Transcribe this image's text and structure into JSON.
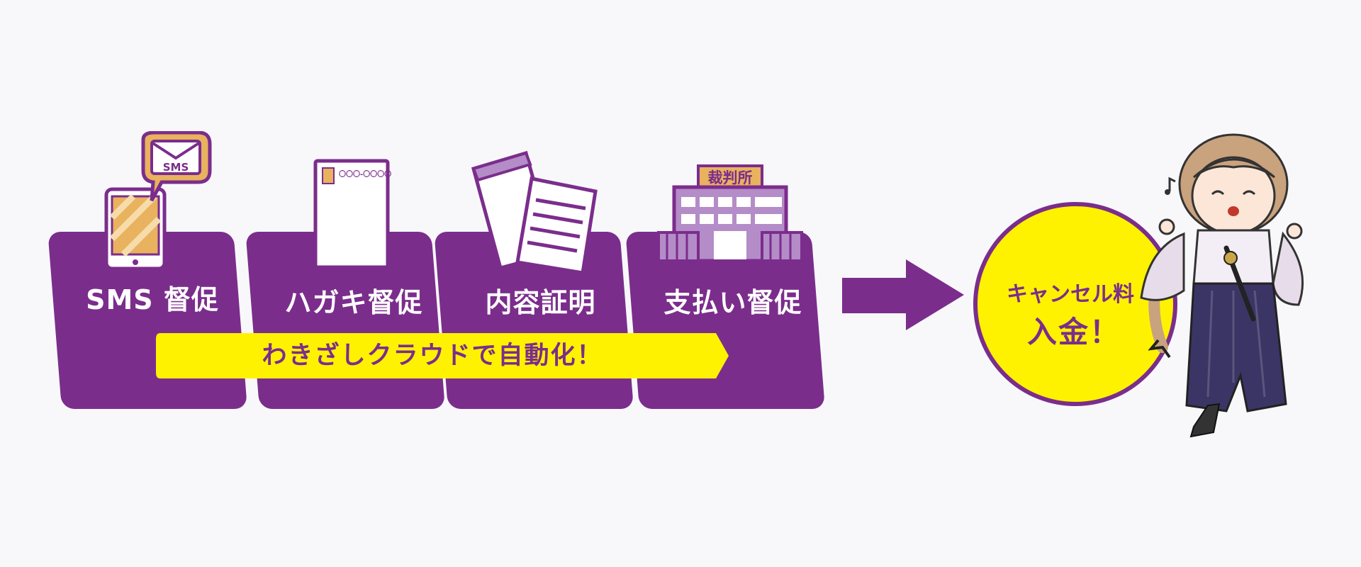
{
  "colors": {
    "primary": "#7b2d8c",
    "accent": "#fff200",
    "background": "#f8f8fb",
    "icon_orange": "#e9b25e",
    "icon_lavender": "#b48cc8"
  },
  "steps": [
    {
      "label": "SMS 督促",
      "icon": "sms-phone-icon",
      "icon_text": "SMS"
    },
    {
      "label": "ハガキ督促",
      "icon": "postcard-icon",
      "icon_text": "〇〇〇-〇〇〇〇"
    },
    {
      "label": "内容証明",
      "icon": "documents-icon"
    },
    {
      "label": "支払い督促",
      "icon": "courthouse-icon",
      "icon_text": "裁判所"
    }
  ],
  "banner": {
    "text": "わきざしクラウドで自動化！"
  },
  "result": {
    "line1": "キャンセル料",
    "line2": "入金！"
  },
  "icons": {
    "arrow": "right-arrow-icon",
    "character": "hakama-character-illustration"
  }
}
